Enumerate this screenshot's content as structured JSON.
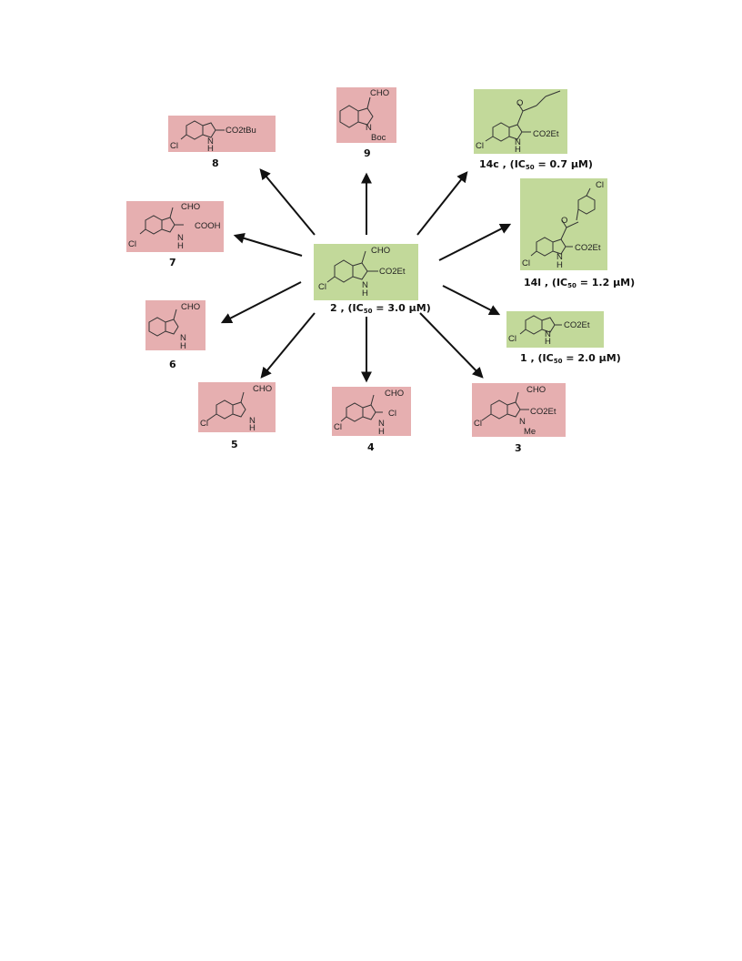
{
  "compounds": [
    {
      "id": "2",
      "label": "2",
      "ic50": "3.0 μM",
      "active": true,
      "substituents": {
        "top": "CHO",
        "right": "CO2Et",
        "left": "Cl",
        "nh": "N\nH"
      }
    },
    {
      "id": "9",
      "label": "9",
      "active": false,
      "substituents": {
        "top": "CHO",
        "n": "Boc"
      }
    },
    {
      "id": "8",
      "label": "8",
      "active": false,
      "substituents": {
        "right": "CO2tBu",
        "left": "Cl",
        "nh": "H"
      }
    },
    {
      "id": "7",
      "label": "7",
      "active": false,
      "substituents": {
        "top": "CHO",
        "right": "COOH",
        "left": "Cl",
        "nh": "H"
      }
    },
    {
      "id": "6",
      "label": "6",
      "active": false,
      "substituents": {
        "top": "CHO",
        "nh": "H"
      }
    },
    {
      "id": "5",
      "label": "5",
      "active": false,
      "substituents": {
        "top": "CHO",
        "left": "Cl",
        "nh": "H"
      }
    },
    {
      "id": "4",
      "label": "4",
      "active": false,
      "substituents": {
        "top": "CHO",
        "right": "Cl",
        "left": "Cl",
        "nh": "H"
      }
    },
    {
      "id": "3",
      "label": "3",
      "active": false,
      "substituents": {
        "top": "CHO",
        "right": "CO2Et",
        "left": "Cl",
        "n": "Me"
      }
    },
    {
      "id": "1",
      "label": "1",
      "ic50": "2.0 μM",
      "active": true,
      "substituents": {
        "right": "CO2Et",
        "left": "Cl",
        "nh": "H"
      }
    },
    {
      "id": "14l",
      "label": "14l",
      "ic50": "1.2 μM",
      "active": true,
      "substituents": {
        "top": "Cl",
        "right": "CO2Et",
        "left": "Cl",
        "nh": "H",
        "carbonyl": "O"
      }
    },
    {
      "id": "14c",
      "label": "14c",
      "ic50": "0.7 μM",
      "active": true,
      "substituents": {
        "right": "CO2Et",
        "left": "Cl",
        "nh": "H",
        "carbonyl": "O"
      }
    }
  ],
  "text": {
    "ic50_prefix": "IC",
    "ic50_sub": "50",
    "sep": " , (",
    "eq": " = ",
    "close": ")"
  },
  "colors": {
    "inactive_box": "#e6afb0",
    "active_box": "#c2d99a",
    "arrow": "#111111"
  }
}
